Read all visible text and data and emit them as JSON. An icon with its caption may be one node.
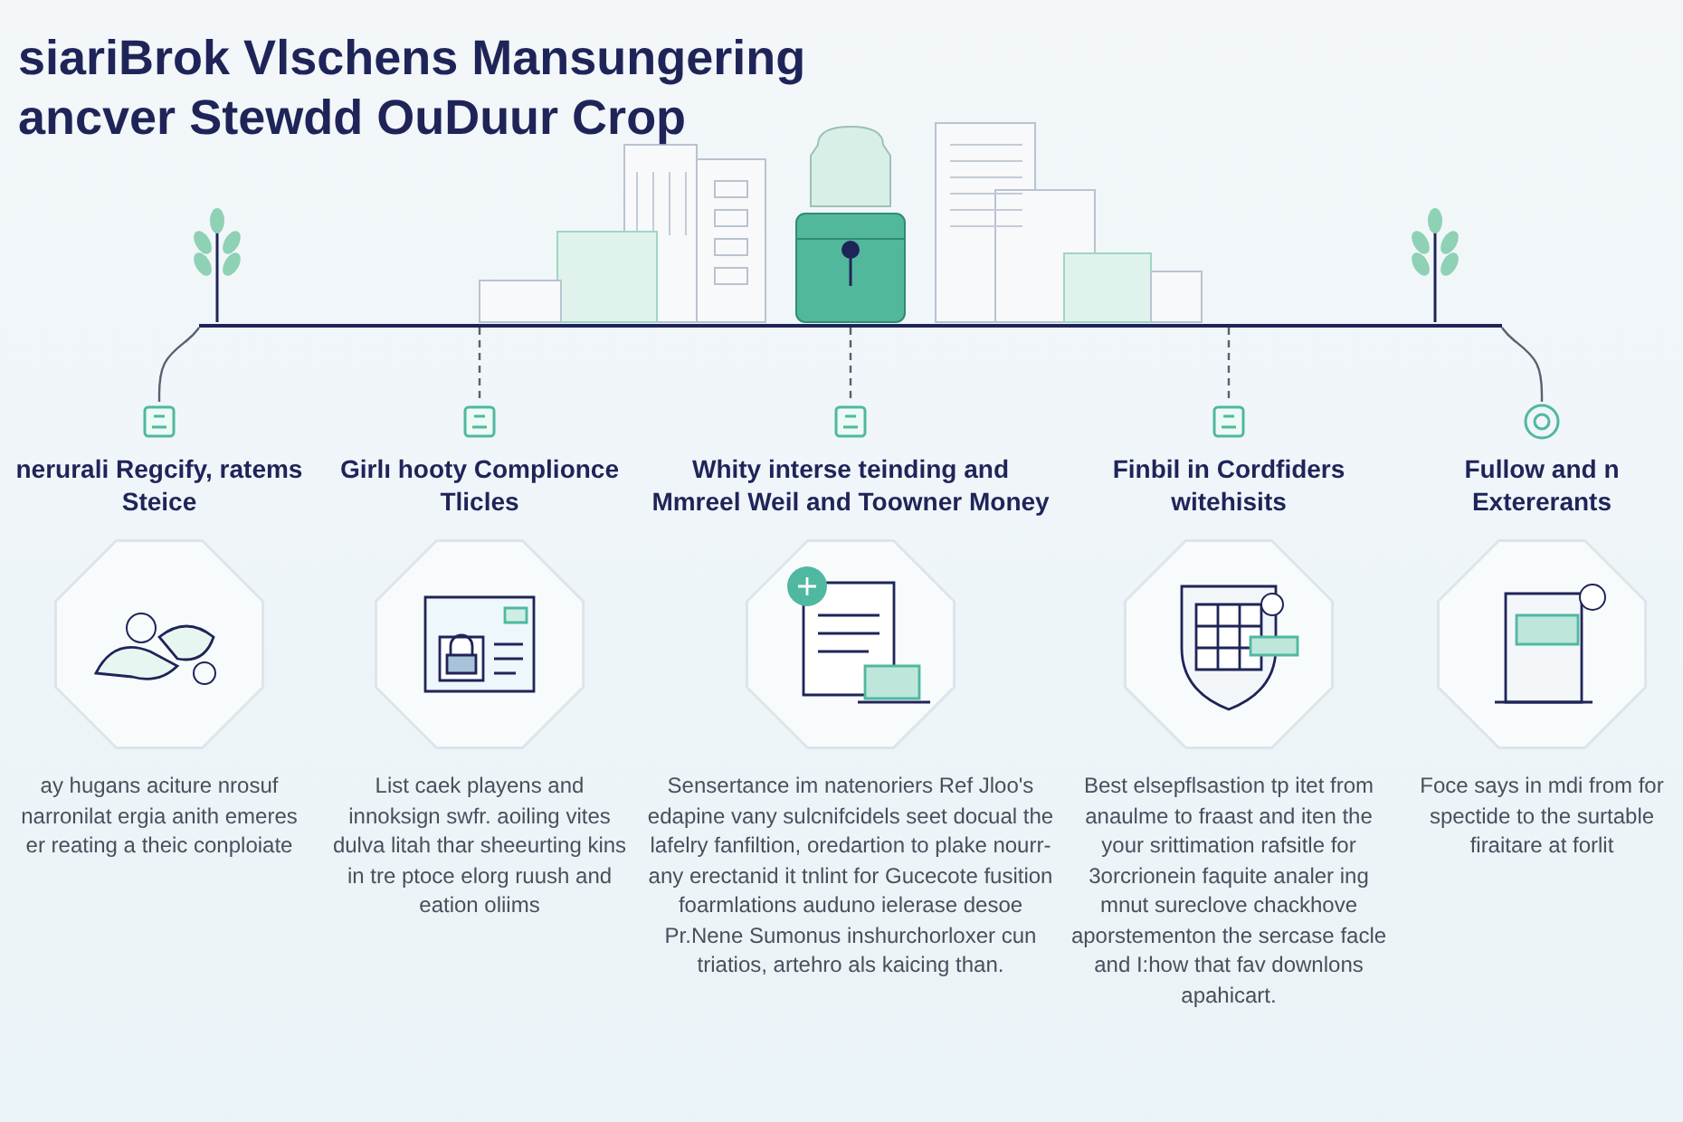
{
  "diagram": {
    "title": "siariBrok Vlschens Mansungering ancver Stewdd OuDuur Crop",
    "nodes": [
      {
        "text": [],
        "shape": "bar"
      },
      {
        "text": [
          "nerurali Regcify, ratems Steice",
          "ay hugans aciture nrosuf narronilat ergia anith emeres er reating a theic conploiate"
        ]
      },
      {
        "text": [
          "Girlı hooty Complionce Tlicles",
          "List caek playens and innoksign swfr. aoiling vites dulva litah thar sheeurting kins in tre ptoce elorg ruush and eation oliims"
        ]
      },
      {
        "text": [
          "Whity interse teinding and Mmreel Weil and Toowner Money",
          "Sensertance im natenoriers Ref Jloo's edapine vany sulcnifcidels seet docual the lafelry fanfiltion, oredartion to plake nourr-any erectanid it tnlint for Gucecote fusition foarmlations auduno ielerase desoe Pr.Nene Sumonus inshurchorloxer cun triatios, artehro als kaicing than."
        ]
      },
      {
        "text": [
          "Finbil in Cordfiders witehisits",
          "Best elsepflsastion tp itet from anaulme to fraast and iten the your srittimation rafsitle for 3orcrionein faquite analer ing mnut sureclove chackhove aporstementon the sercase facle and I:how that fav downlons apahicart."
        ]
      },
      {
        "text": [
          "Fullow and n Extererants",
          "Foce says in mdi from for spectide to the surtable firaitare at forlit"
        ]
      }
    ],
    "edges": [
      {
        "from": 0,
        "to": 1,
        "arrow": "none"
      },
      {
        "from": 0,
        "to": 2,
        "arrow": "none",
        "style": "dashed"
      },
      {
        "from": 0,
        "to": 3,
        "arrow": "none",
        "style": "dashed"
      },
      {
        "from": 0,
        "to": 4,
        "arrow": "none",
        "style": "dashed"
      },
      {
        "from": 0,
        "to": 5,
        "arrow": "none"
      }
    ]
  }
}
